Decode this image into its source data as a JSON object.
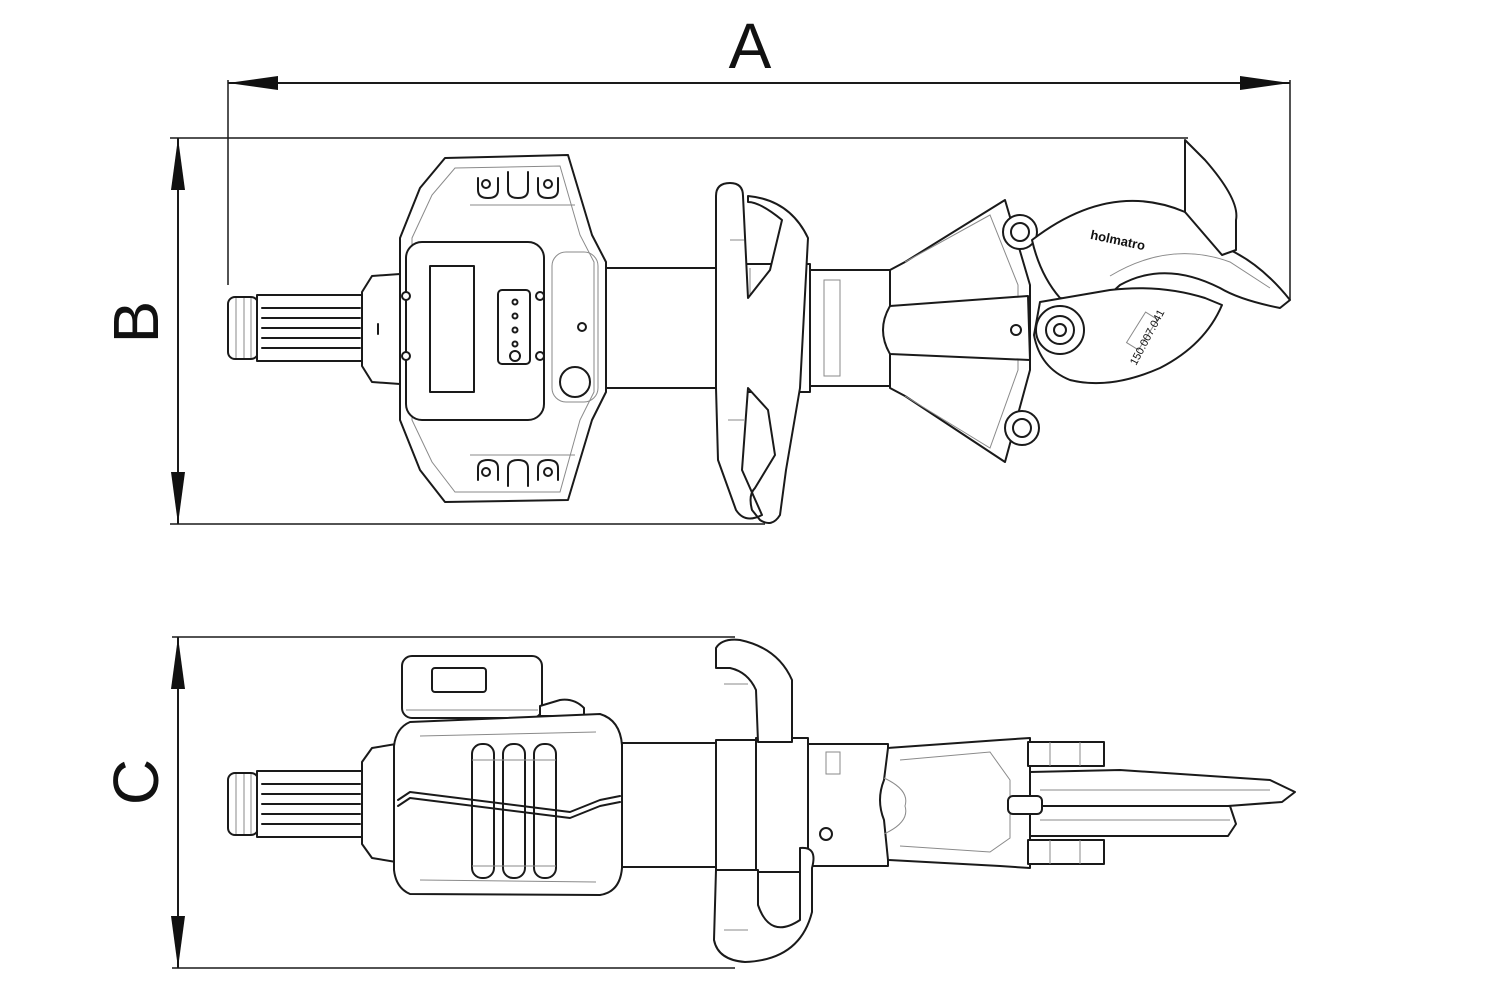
{
  "dimensions": {
    "length_label": "A",
    "width_label": "B",
    "height_label": "C"
  },
  "tool": {
    "brand": "holmatro",
    "blade_code": "150.007.041"
  }
}
